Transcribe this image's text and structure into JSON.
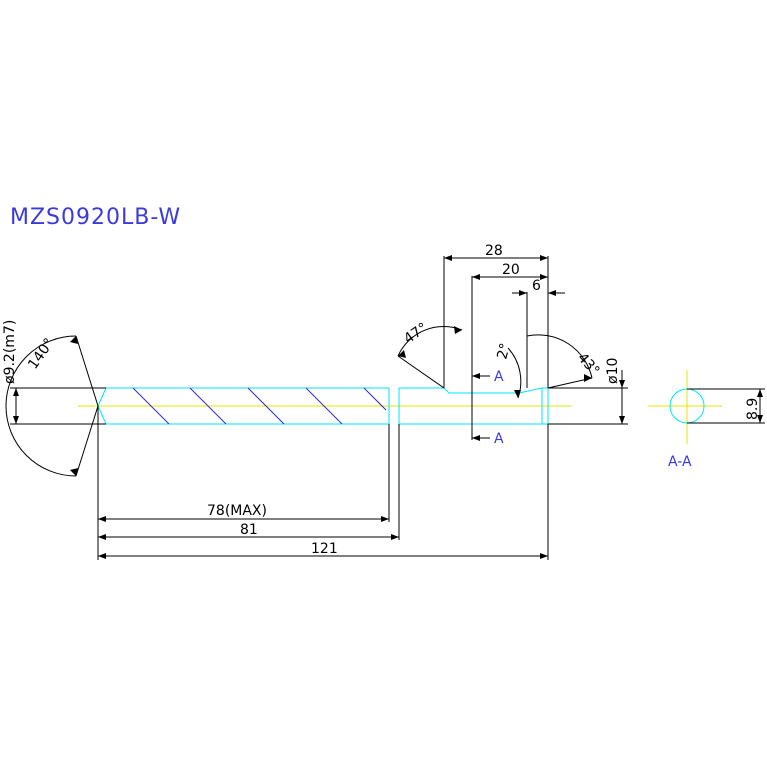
{
  "drawing": {
    "title": "MZS0920LB-W",
    "dims": {
      "d28": "28",
      "d20": "20",
      "d6": "6",
      "a47": "47°",
      "a2": "2°",
      "a43": "43°",
      "phi10": "ø10",
      "phi92": "ø9.2(m7)",
      "a140": "140°",
      "d78": "78(MAX)",
      "d81": "81",
      "d121": "121",
      "d89": "8.9"
    },
    "section": {
      "marker": "A",
      "label": "A-A"
    },
    "colors": {
      "dimension": "#000000",
      "outline": "#00e5ff",
      "centerline": "#e6e600",
      "hatch": "#2b2bd9",
      "title": "#3a3adf"
    }
  }
}
